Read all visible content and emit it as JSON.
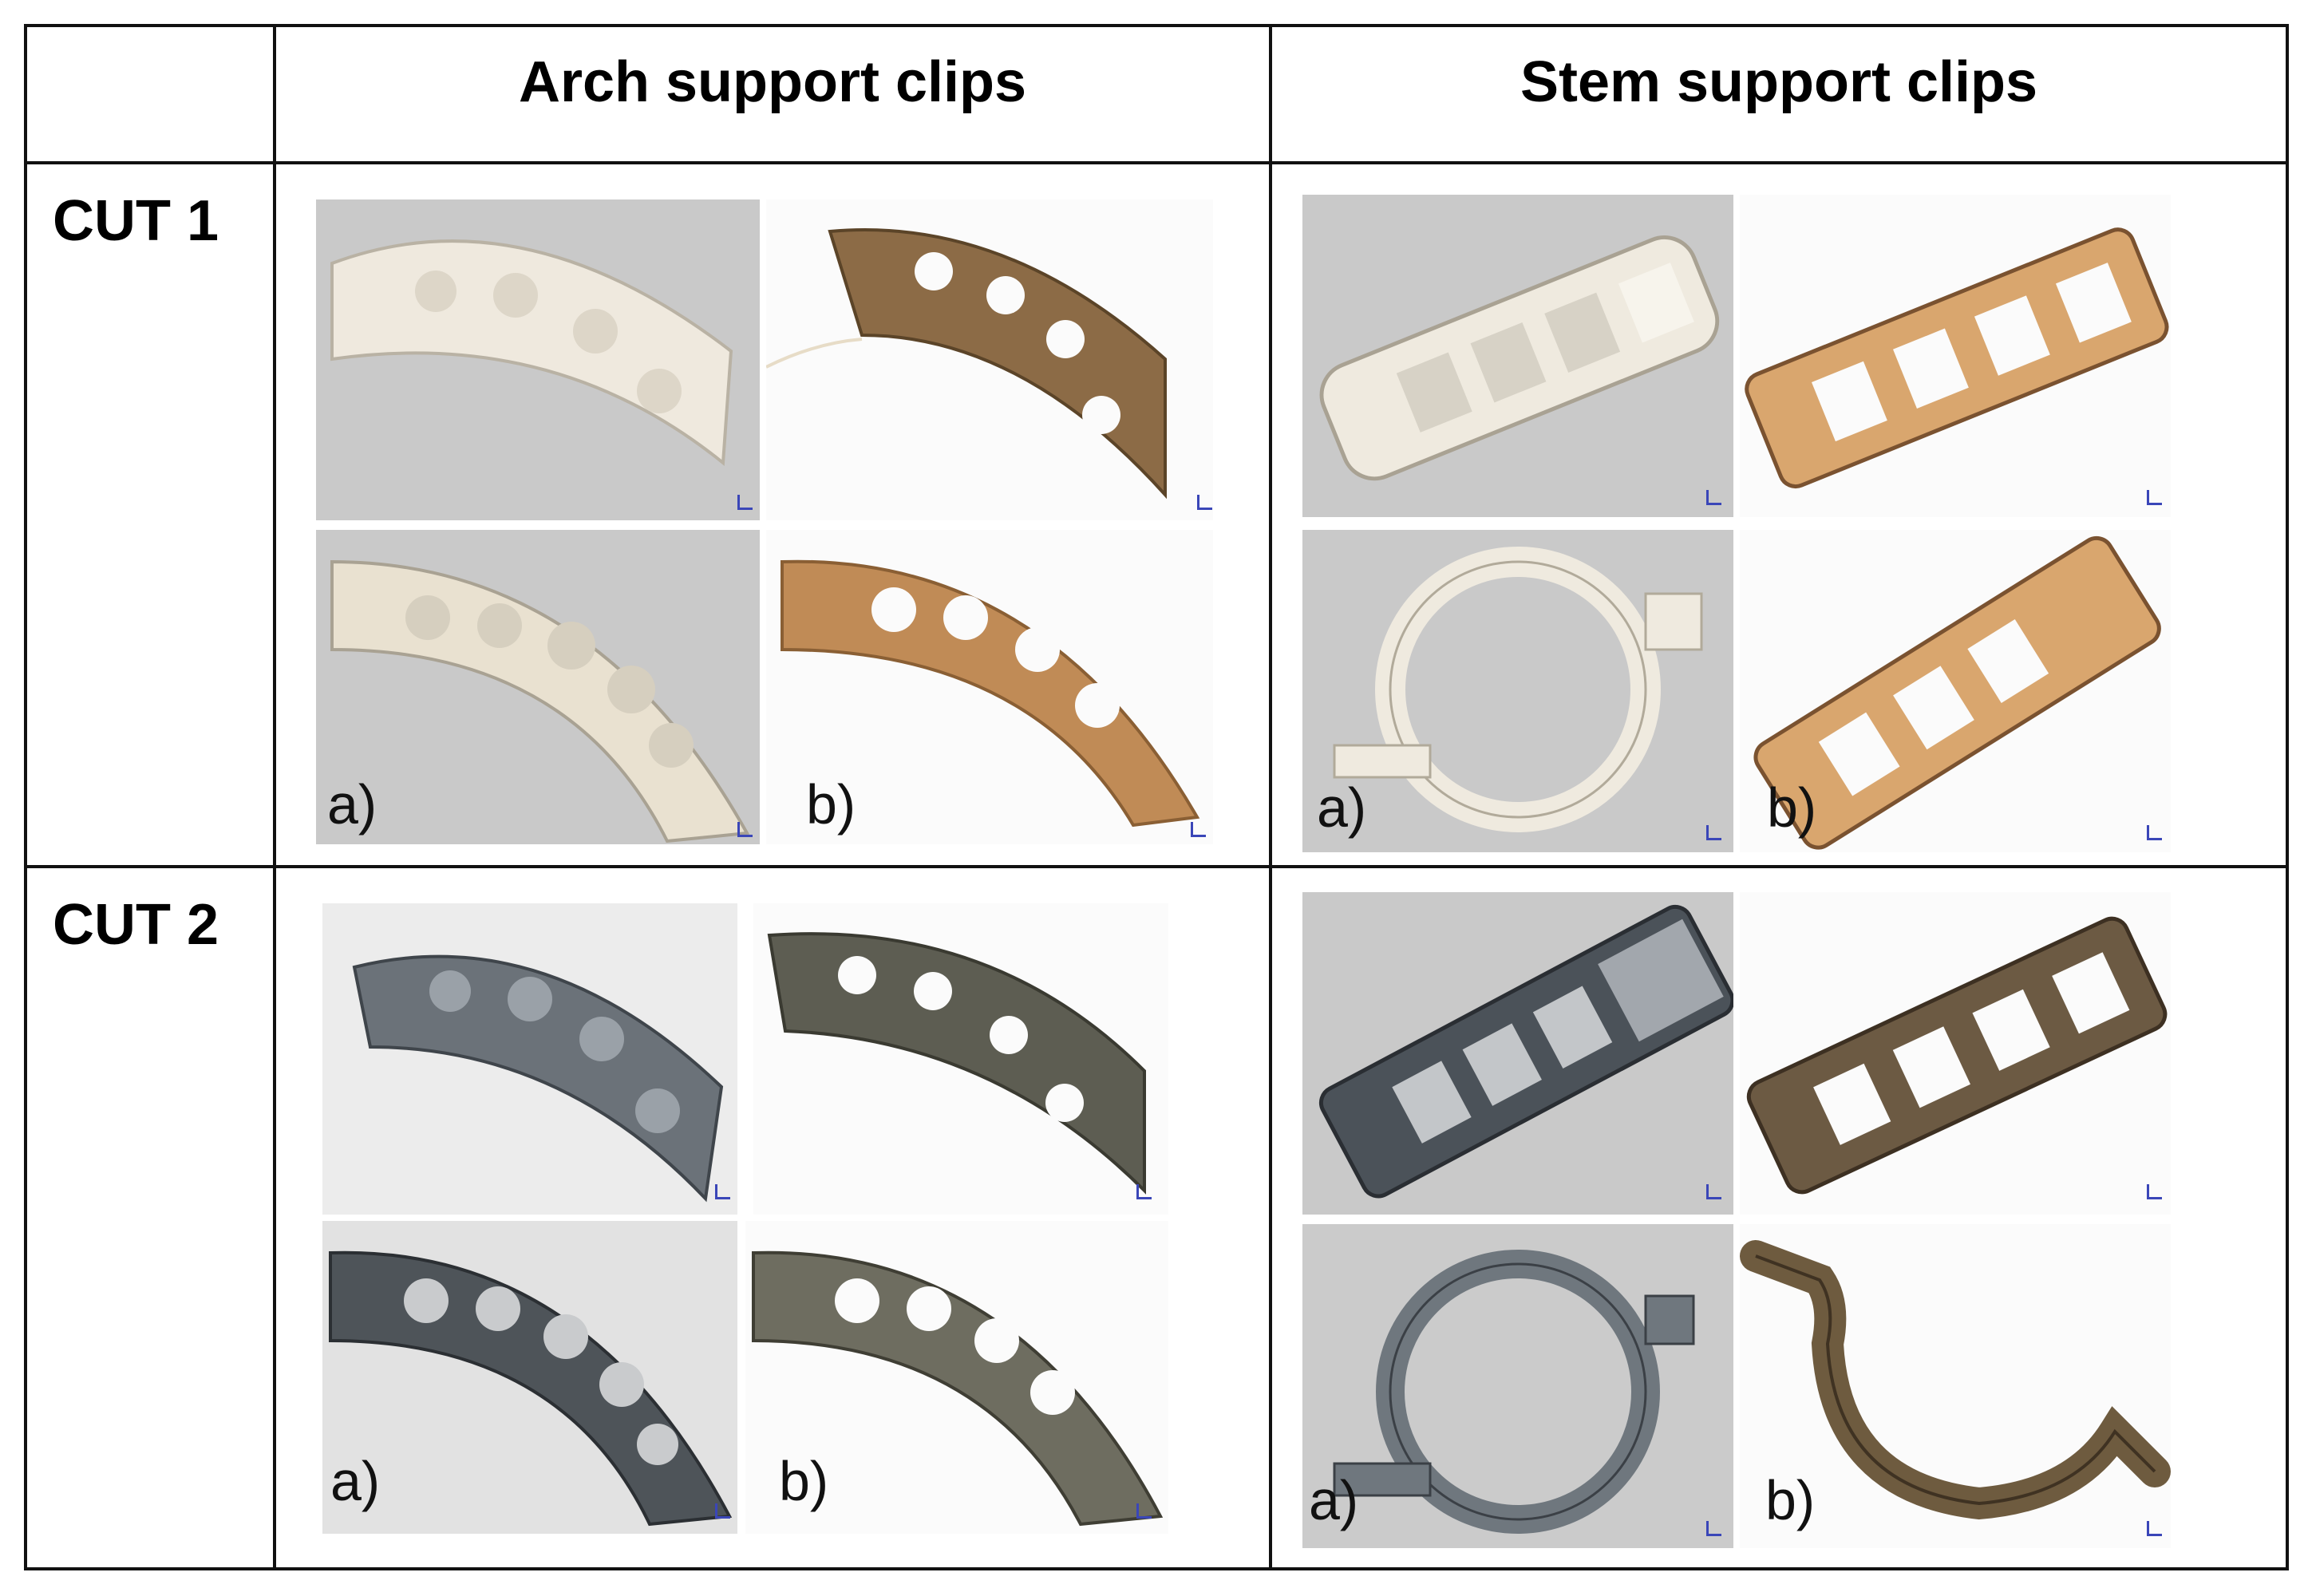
{
  "headers": {
    "col1": "Arch support clips",
    "col2": "Stem support clips"
  },
  "rows": [
    {
      "label": "CUT 1"
    },
    {
      "label": "CUT 2"
    }
  ],
  "panel_labels": {
    "a": "a)",
    "b": "b)"
  },
  "colors": {
    "white_clip": "#ece6da",
    "weathered_white": "#c89a68",
    "grey_clip": "#6a7178",
    "weathered_grey": "#6b6a5e",
    "background_grey": "#cfcfcf",
    "background_white": "#fbfbfb"
  }
}
